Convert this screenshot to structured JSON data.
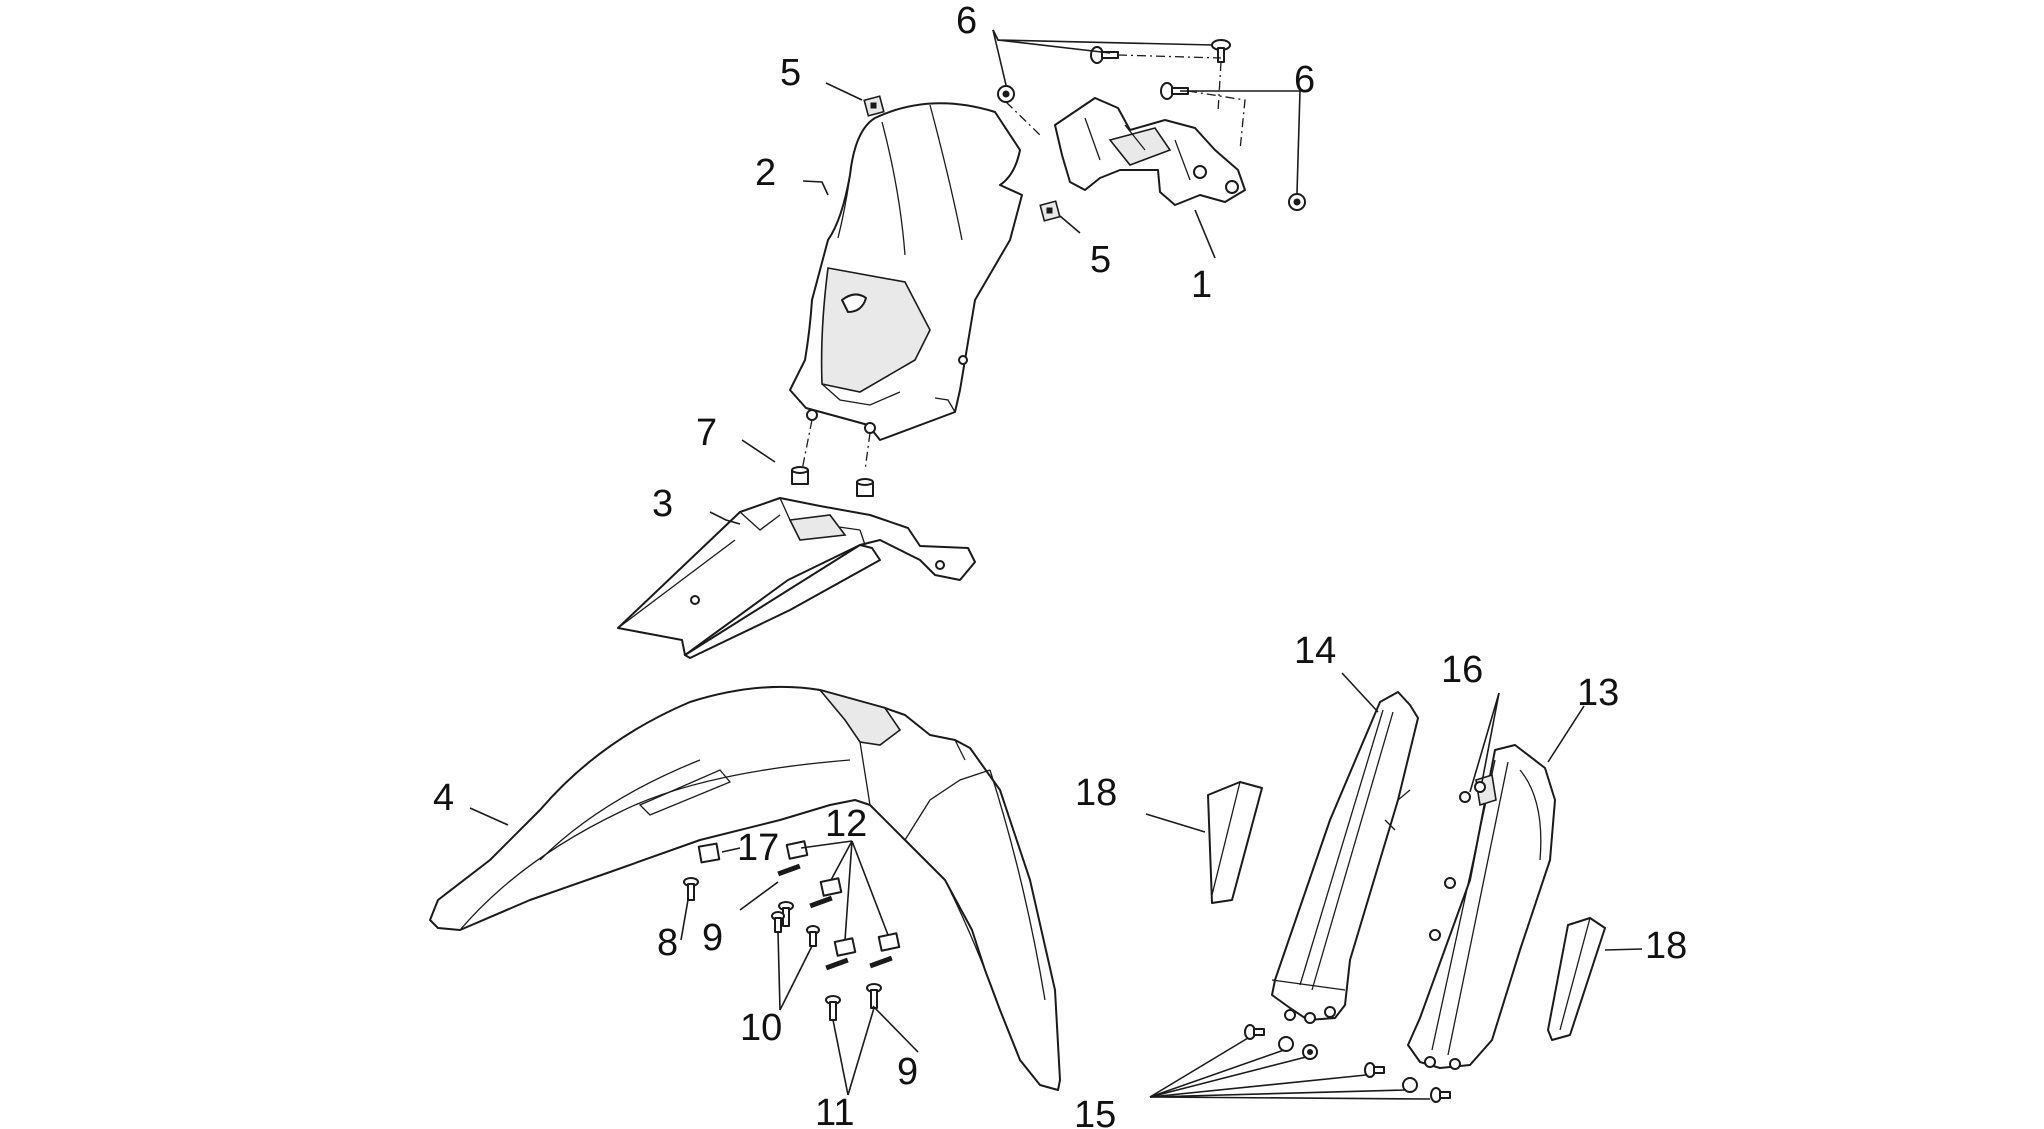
{
  "callouts": {
    "c1": "1",
    "c2": "2",
    "c3": "3",
    "c4": "4",
    "c5a": "5",
    "c5b": "5",
    "c6a": "6",
    "c6b": "6",
    "c7": "7",
    "c8": "8",
    "c9a": "9",
    "c9b": "9",
    "c10": "10",
    "c11": "11",
    "c12": "12",
    "c13": "13",
    "c14": "14",
    "c15": "15",
    "c16": "16",
    "c17": "17",
    "c18a": "18",
    "c18b": "18"
  }
}
